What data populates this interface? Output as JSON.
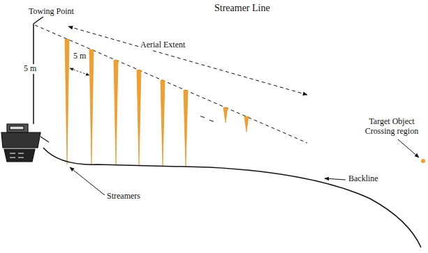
{
  "diagram": {
    "title": "Streamer Line",
    "labels": [
      "Towing Point",
      "5 m",
      "Aerial Extent",
      "5 m",
      "Streamers",
      "Target Object Crossing region",
      "Backline"
    ]
  }
}
